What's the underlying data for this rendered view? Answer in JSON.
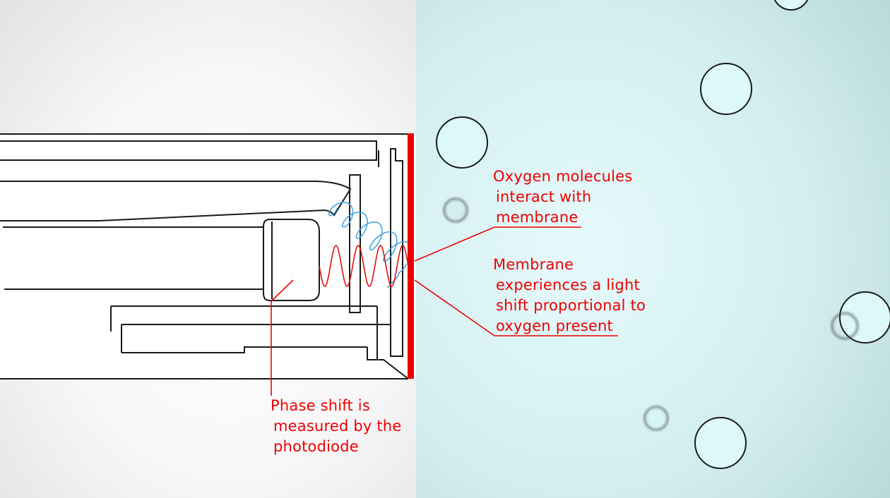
{
  "labels": {
    "oxygen": [
      "Oxygen molecules",
      "interact with",
      "membrane"
    ],
    "membrane": [
      "Membrane",
      "experiences a light",
      "shift proportional to",
      "oxygen present"
    ],
    "phase": [
      "Phase shift is",
      "measured by the",
      "photodiode"
    ]
  },
  "colors": {
    "annotation": "#ee0000",
    "membrane": "#ee0000",
    "emitted_wave": "#3aa0e0",
    "returned_wave": "#e01010",
    "outline": "#1a1a1a",
    "left_background": "#f0f1f2",
    "right_background": "#cfeeee",
    "molecule_fill": "#d6f6f7"
  }
}
